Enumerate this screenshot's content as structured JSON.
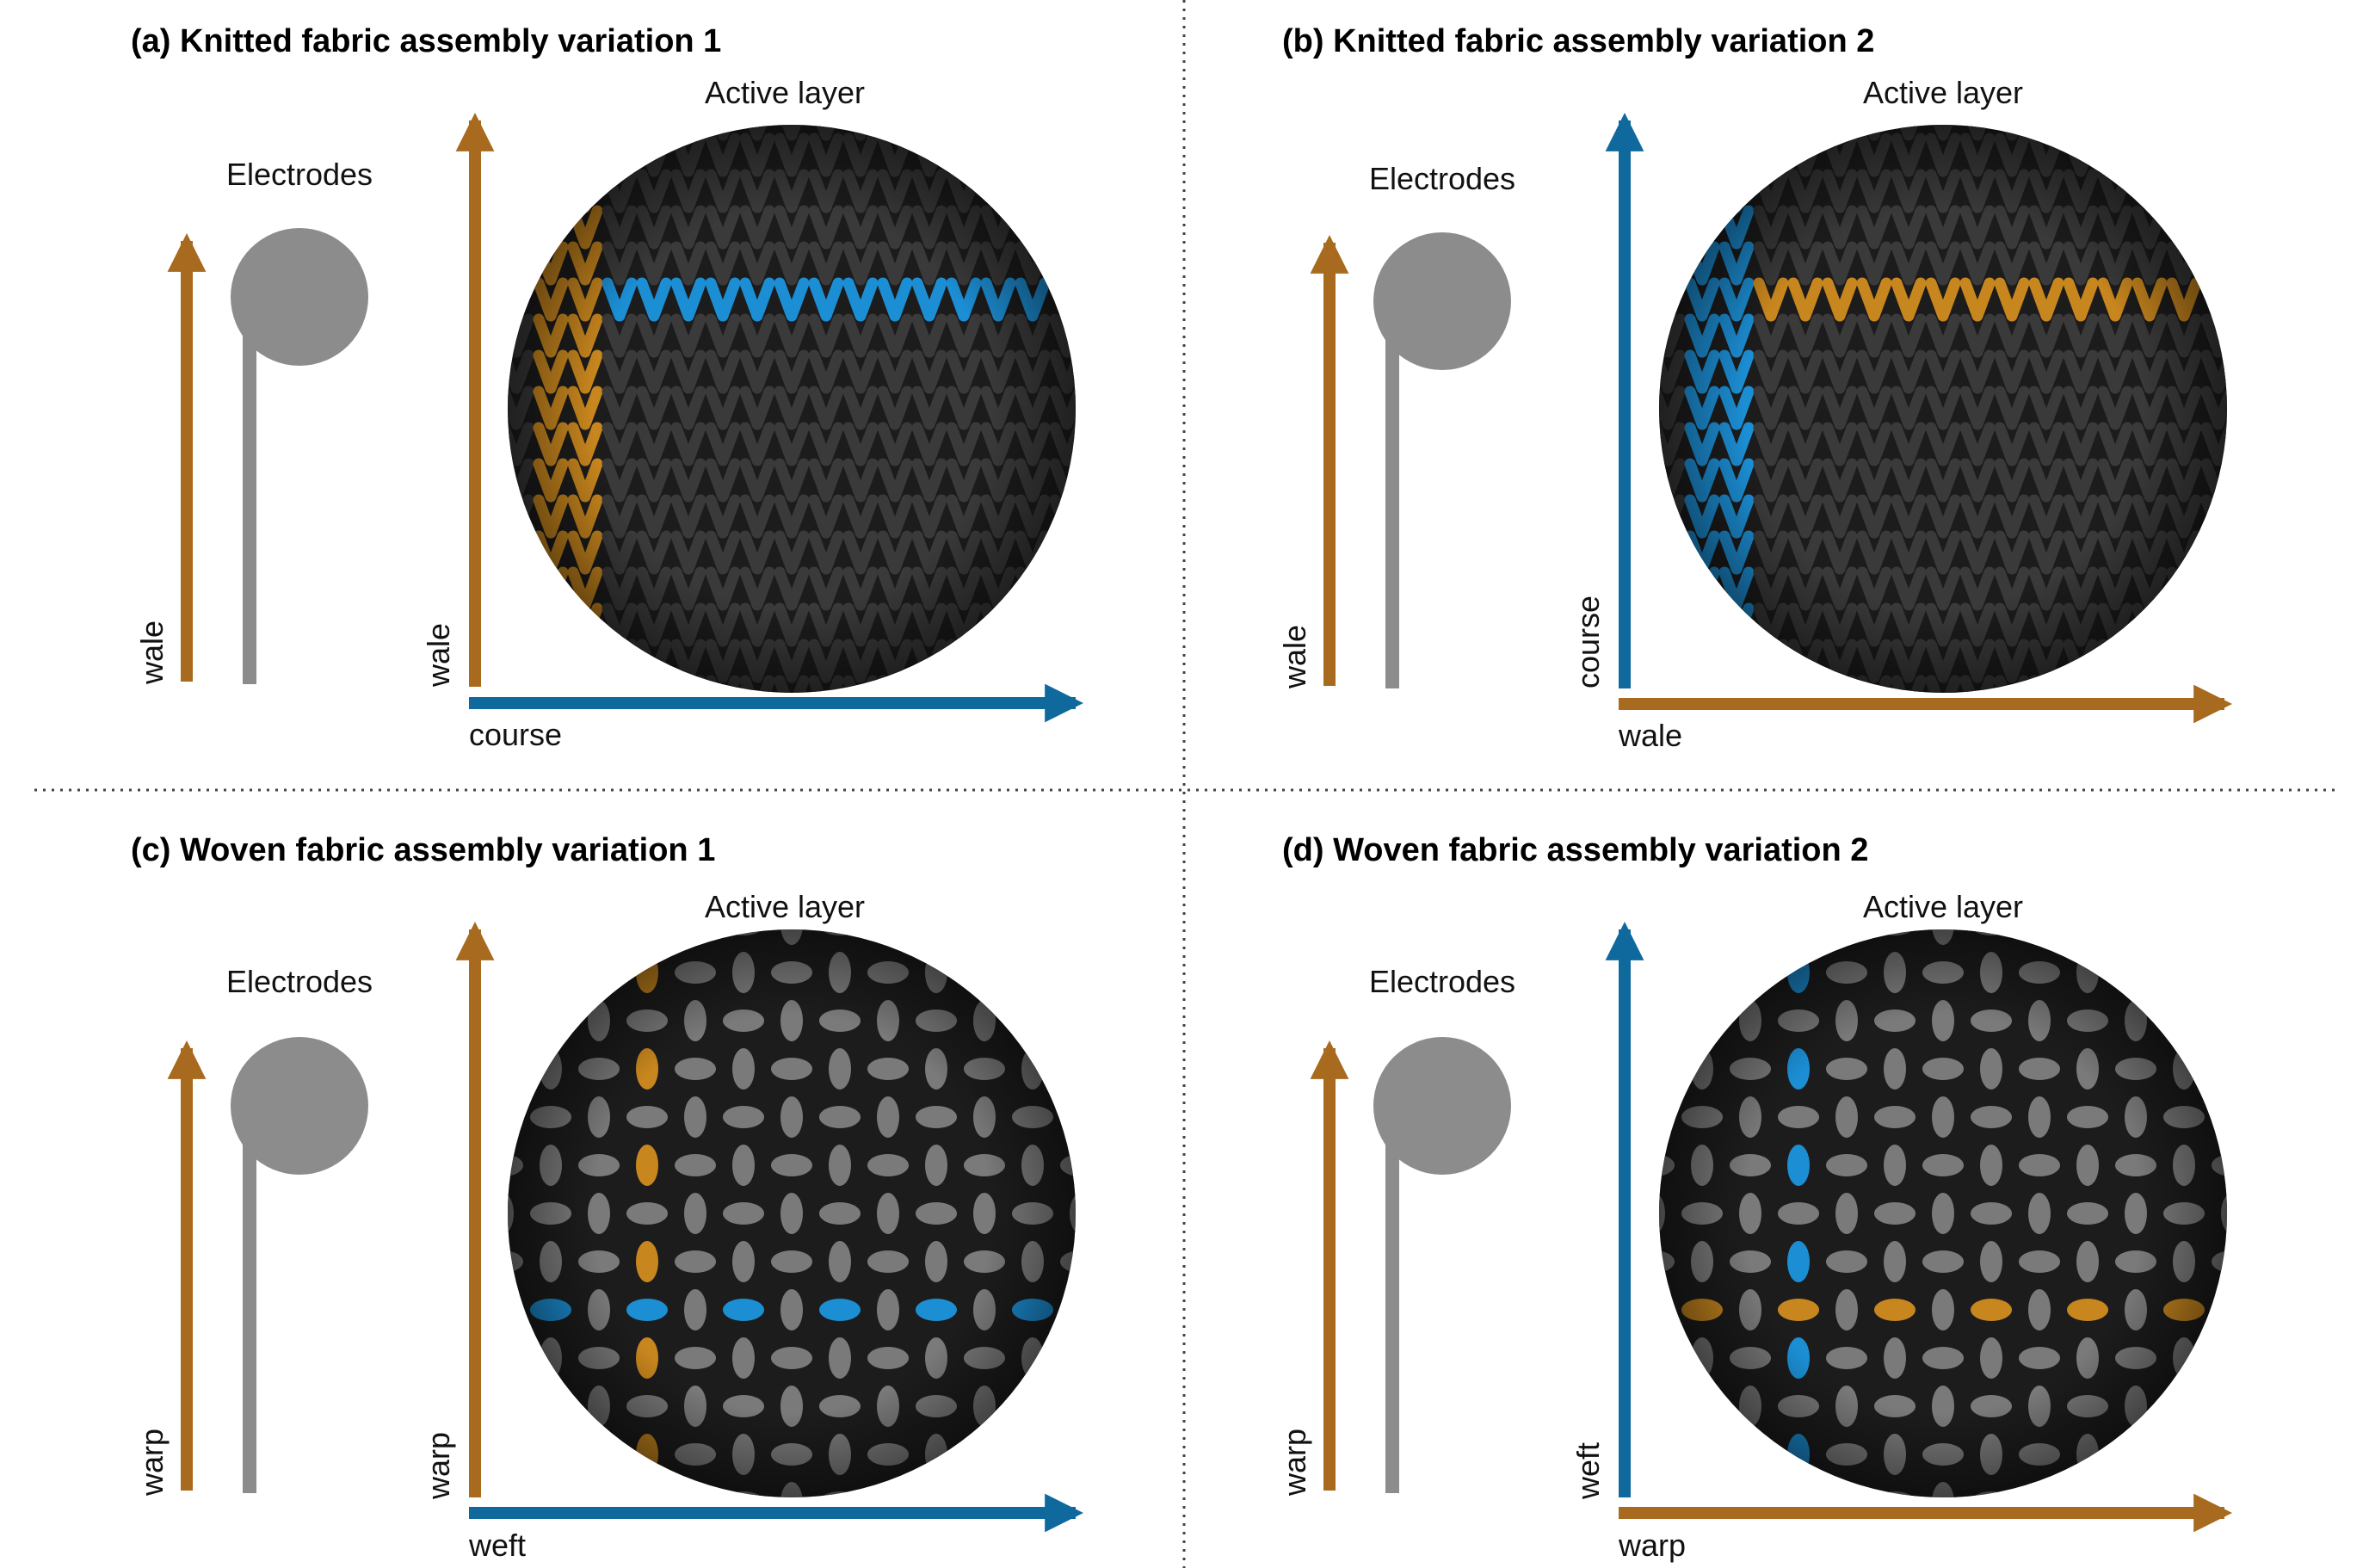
{
  "colors": {
    "orange": "#A86A1E",
    "blue": "#10699C",
    "electrode_gray": "#8C8C8C",
    "knit_dark": "#3A3A3A",
    "weave_gray": "#7A7A7A",
    "orange_yarn": "#C8861E",
    "blue_yarn": "#1C8ED4"
  },
  "panels": [
    {
      "title": "(a) Knitted fabric assembly variation 1",
      "electrodes_label": "Electrodes",
      "active_layer_label": "Active layer",
      "electrode_axis_label": "wale",
      "vertical_axis_label": "wale",
      "horizontal_axis_label": "course",
      "structure": "knit",
      "vertical_axis_color": "orange",
      "horizontal_axis_color": "blue",
      "highlight_vertical_color": "orange",
      "highlight_horizontal_color": "blue"
    },
    {
      "title": "(b) Knitted fabric assembly variation 2",
      "electrodes_label": "Electrodes",
      "active_layer_label": "Active layer",
      "electrode_axis_label": "wale",
      "vertical_axis_label": "course",
      "horizontal_axis_label": "wale",
      "structure": "knit",
      "vertical_axis_color": "blue",
      "horizontal_axis_color": "orange",
      "highlight_vertical_color": "blue",
      "highlight_horizontal_color": "orange"
    },
    {
      "title": "(c) Woven fabric assembly variation 1",
      "electrodes_label": "Electrodes",
      "active_layer_label": "Active layer",
      "electrode_axis_label": "warp",
      "vertical_axis_label": "warp",
      "horizontal_axis_label": "weft",
      "structure": "weave",
      "vertical_axis_color": "orange",
      "horizontal_axis_color": "blue",
      "highlight_vertical_color": "orange",
      "highlight_horizontal_color": "blue"
    },
    {
      "title": "(d) Woven fabric assembly variation 2",
      "electrodes_label": "Electrodes",
      "active_layer_label": "Active layer",
      "electrode_axis_label": "warp",
      "vertical_axis_label": "weft",
      "horizontal_axis_label": "warp",
      "structure": "weave",
      "vertical_axis_color": "blue",
      "horizontal_axis_color": "orange",
      "highlight_vertical_color": "blue",
      "highlight_horizontal_color": "orange"
    }
  ]
}
